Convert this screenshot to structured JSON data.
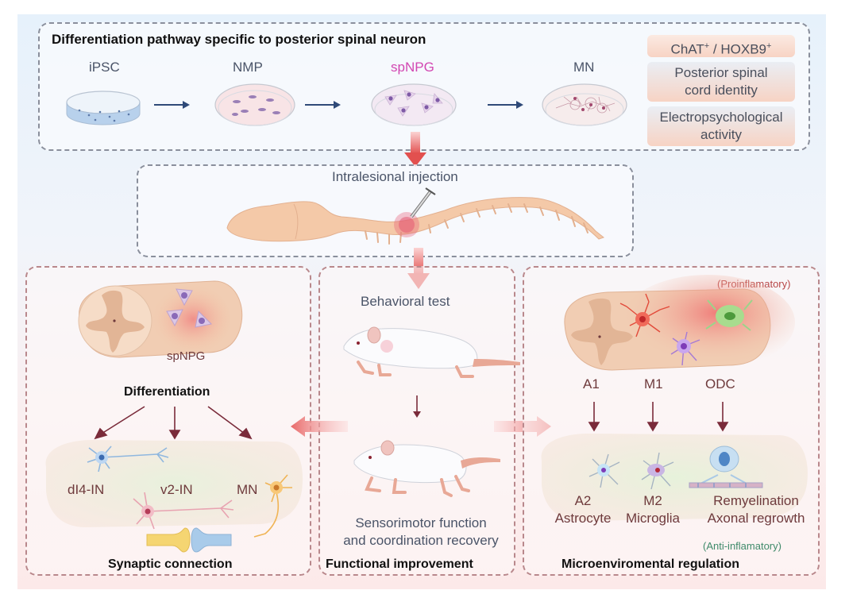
{
  "top_section": {
    "title": "Differentiation pathway specific to posterior spinal neuron",
    "stages": [
      {
        "label": "iPSC",
        "color": "#4a5468"
      },
      {
        "label": "NMP",
        "color": "#4a5468"
      },
      {
        "label": "spNPG",
        "color": "#d247b2"
      },
      {
        "label": "MN",
        "color": "#4a5468"
      }
    ],
    "properties": {
      "chat": "ChAT",
      "chat_sup": "+",
      "sep": " / HOXB9",
      "hox_sup": "+",
      "identity_line1": "Posterior spinal",
      "identity_line2": "cord identity",
      "activity_line1": "Electropsychological",
      "activity_line2": "activity"
    }
  },
  "injection_section": {
    "label": "Intralesional injection"
  },
  "left_section": {
    "graft_label": "spNPG",
    "subtitle": "Differentiation",
    "neurons": [
      "dI4-IN",
      "v2-IN",
      "MN"
    ],
    "footer": "Synaptic connection"
  },
  "center_section": {
    "test_label": "Behavioral test",
    "outcome_line1": "Sensorimotor function",
    "outcome_line2": "and coordination recovery",
    "footer": "Functional improvement"
  },
  "right_section": {
    "pro_label": "(Proinflamatory)",
    "pro_cells": [
      "A1",
      "M1",
      "ODC"
    ],
    "anti_cells": [
      {
        "line1": "A2",
        "line2": "Astrocyte"
      },
      {
        "line1": "M2",
        "line2": "Microglia"
      },
      {
        "line1": "Remyelination",
        "line2": "Axonal regrowth"
      }
    ],
    "anti_label": "(Anti-inflamatory)",
    "footer": "Microenviromental regulation"
  },
  "colors": {
    "flow_arrow": "#e2504f",
    "navy_arrow": "#2f4a78",
    "maroon_arrow": "#7a2b3a"
  }
}
